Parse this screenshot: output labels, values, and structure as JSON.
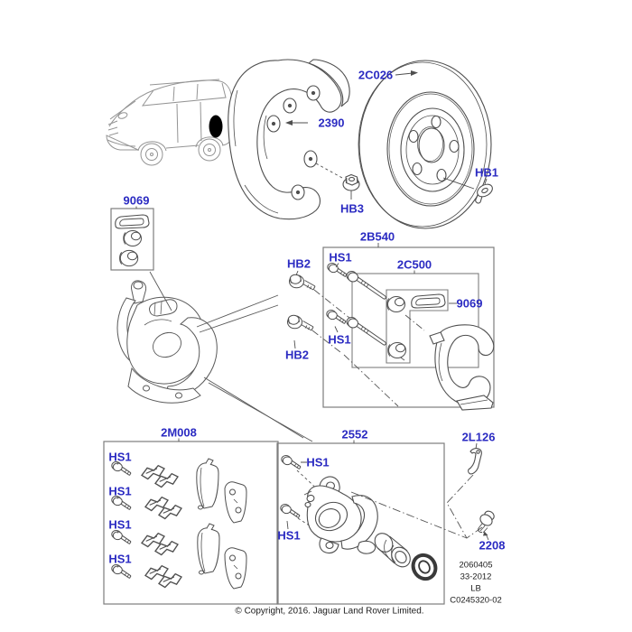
{
  "title": "Rear brake components parts diagram",
  "parts": {
    "splash_shield": "2390",
    "brake_disc": "2C026",
    "disc_screw": "HB1",
    "shield_nut": "HB3",
    "bushing_kit": "9069",
    "carrier_kit": "2B540",
    "carrier_bolt": "HB2",
    "guide_bolt": "HS1",
    "guide_pin_kit": "2C500",
    "pad_kit": "2M008",
    "caliper_housing": "2552",
    "wear_sensor": "2L126",
    "bleed_screw": "2208"
  },
  "footnote": {
    "lines": [
      "2060405",
      "33-2012",
      "LB",
      "C0245320-02"
    ]
  },
  "copyright": "© Copyright, 2016. Jaguar Land Rover Limited.",
  "colors": {
    "label_blue": "#2b2bc2",
    "line_gray": "#4f4f4f",
    "box_gray": "#7d7d7d"
  }
}
